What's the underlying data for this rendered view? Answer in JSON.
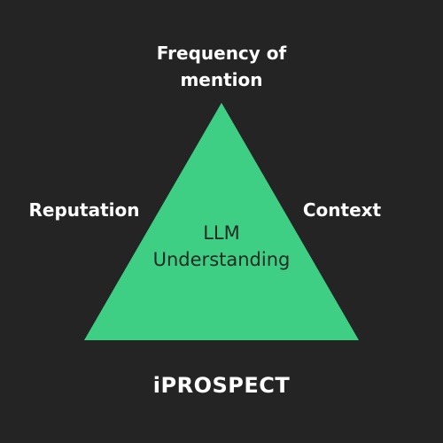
{
  "diagram": {
    "top_label_line1": "Frequency of",
    "top_label_line2": "mention",
    "left_label": "Reputation",
    "right_label": "Context",
    "center_line1": "LLM",
    "center_line2": "Understanding",
    "triangle_color": "#3ecf85",
    "background_color": "#232423"
  },
  "brand": {
    "logo_text": "iPROSPECT"
  }
}
